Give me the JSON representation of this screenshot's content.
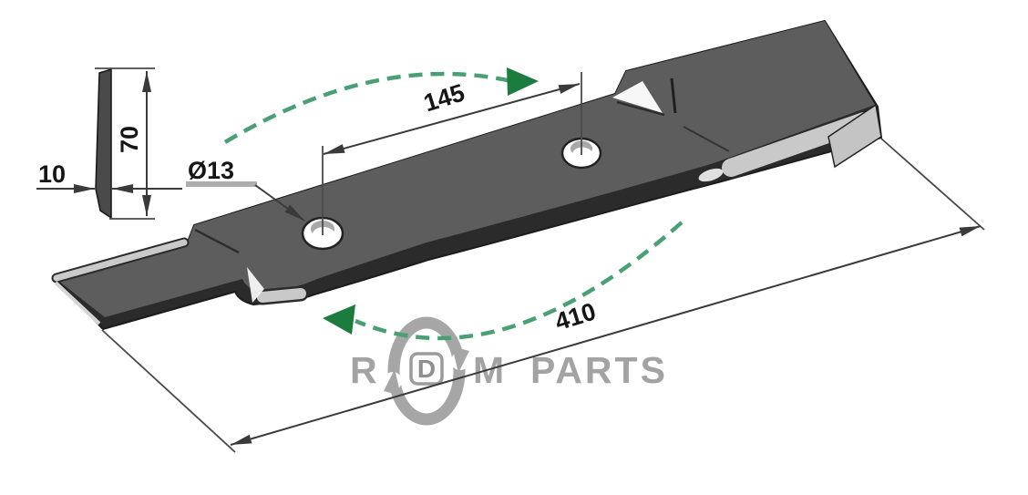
{
  "drawing": {
    "subject": "rotary-mower-blade",
    "view": "isometric-with-cross-section",
    "dimensions": {
      "length": "410",
      "hole_spacing": "145",
      "hole_diameter": "Ø13",
      "section_height": "70",
      "section_thickness": "10"
    },
    "rotation_arrows": {
      "style": "dashed-green-arc",
      "count": 2
    },
    "watermark": {
      "letter_r": "R",
      "letter_d": "D",
      "letter_m": "M",
      "word_parts": "PARTS",
      "full": "RDM PARTS"
    },
    "colors": {
      "background": "#ffffff",
      "blade_top_surface": "#5d5d5d",
      "blade_dark_edge": "#2b2b2b",
      "blade_bevel_light": "#c9c9c9",
      "outline": "#1f1f1f",
      "dimension_lines": "#3a3a3a",
      "dimension_text": "#151515",
      "arrow_green_solid": "#1c7b3e",
      "arrow_green_dash": "#4b9f74",
      "watermark_gray": "#9c9c9c"
    }
  }
}
